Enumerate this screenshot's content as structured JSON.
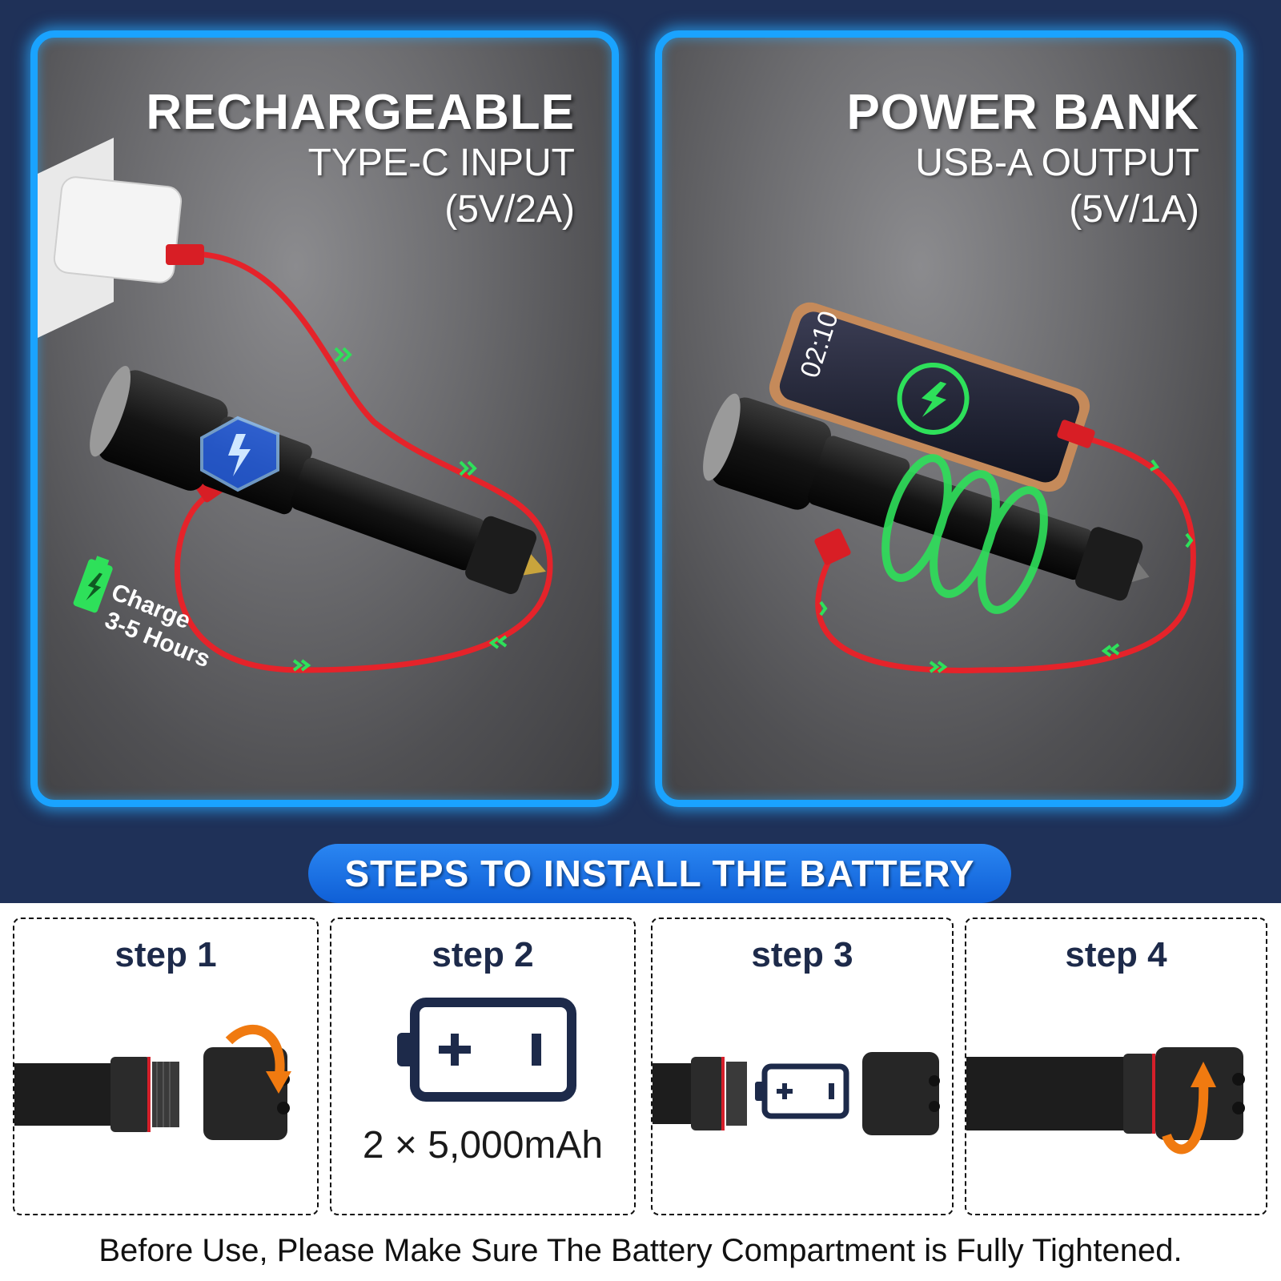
{
  "colors": {
    "background": "#1f3158",
    "panel_border": "#1aa3ff",
    "cable": "#e5232a",
    "accent_green": "#2ee05a",
    "arrow_orange": "#f07a10",
    "banner_blue": "#1f78ea"
  },
  "left_panel": {
    "title": "RECHARGEABLE",
    "subtitle_line1": "TYPE-C INPUT",
    "subtitle_line2": "(5V/2A)",
    "charge_line1": "Charge",
    "charge_line2": "3-5 Hours"
  },
  "right_panel": {
    "title": "POWER BANK",
    "subtitle_line1": "USB-A OUTPUT",
    "subtitle_line2": "(5V/1A)",
    "phone_time": "02:10"
  },
  "steps_banner": "STEPS TO INSTALL THE BATTERY",
  "steps": [
    {
      "label": "step 1"
    },
    {
      "label": "step 2",
      "capacity": "2 × 5,000mAh"
    },
    {
      "label": "step 3"
    },
    {
      "label": "step 4"
    }
  ],
  "footer_note": "Before Use, Please Make Sure The Battery Compartment is Fully Tightened."
}
